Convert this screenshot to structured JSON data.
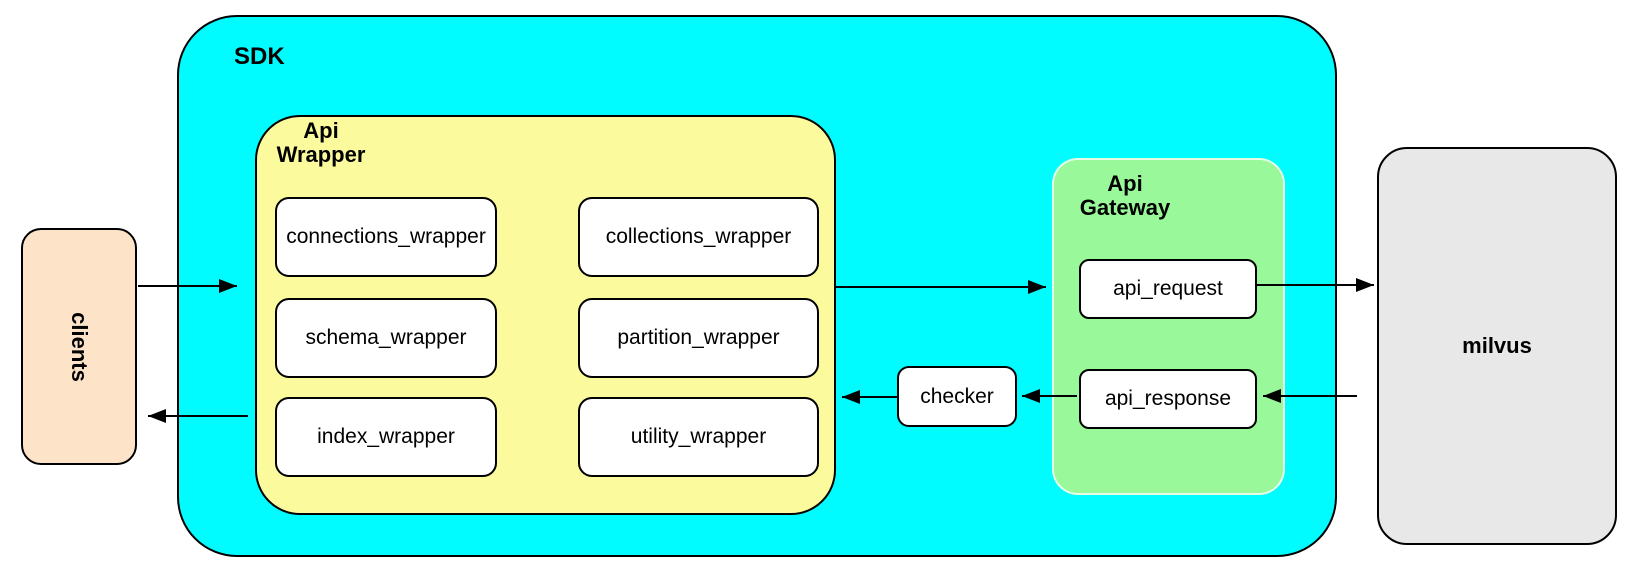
{
  "colors": {
    "sdk_fill": "#00FCFF",
    "api_wrapper_fill": "#FBFB9D",
    "api_gateway_fill": "#99F899",
    "clients_fill": "#FDE4C8",
    "milvus_fill": "#E8E8E8",
    "node_fill": "#FFFFFF",
    "stroke": "#000000"
  },
  "clients": {
    "label": "clients"
  },
  "sdk": {
    "label": "SDK"
  },
  "api_wrapper": {
    "label_line1": "Api",
    "label_line2": "Wrapper",
    "modules": [
      "connections_wrapper",
      "collections_wrapper",
      "schema_wrapper",
      "partition_wrapper",
      "index_wrapper",
      "utility_wrapper"
    ]
  },
  "checker": {
    "label": "checker"
  },
  "api_gateway": {
    "label_line1": "Api",
    "label_line2": "Gateway",
    "request_label": "api_request",
    "response_label": "api_response"
  },
  "milvus": {
    "label": "milvus"
  },
  "edges": [
    {
      "from": "clients",
      "to": "sdk"
    },
    {
      "from": "api_wrapper",
      "to": "api_gateway"
    },
    {
      "from": "api_request",
      "to": "milvus"
    },
    {
      "from": "milvus",
      "to": "api_response"
    },
    {
      "from": "api_response",
      "to": "checker"
    },
    {
      "from": "checker",
      "to": "api_wrapper"
    },
    {
      "from": "api_wrapper",
      "to": "clients"
    }
  ]
}
